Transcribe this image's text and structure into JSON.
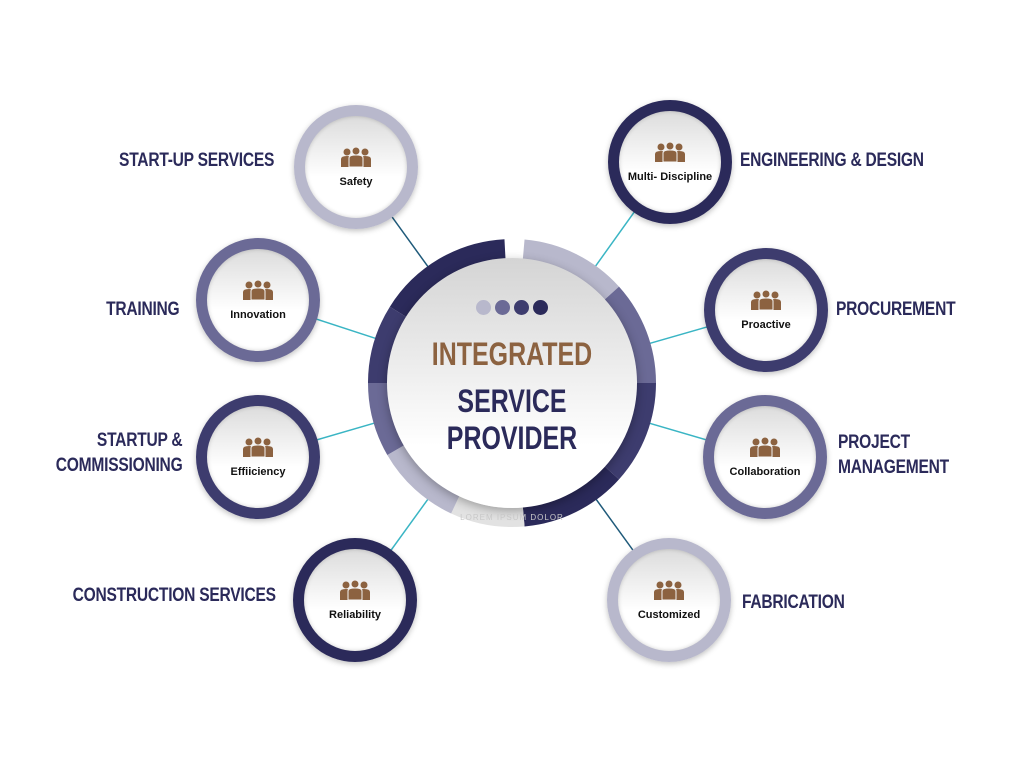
{
  "center": {
    "title_line1": "INTEGRATED",
    "title_line2": "SERVICE PROVIDER",
    "footer_text": "LOREM IPSUM DOLOR"
  },
  "colors": {
    "navy": "#2b2a5a",
    "indigo": "#3d3c6e",
    "slate": "#6b6a96",
    "lavender": "#b8b8cc",
    "brown": "#8c6240",
    "teal": "#3ab5c4"
  },
  "nodes": [
    {
      "label": "Safety",
      "service": "START-UP SERVICES",
      "icon": "people-group-icon"
    },
    {
      "label": "Innovation",
      "service": "TRAINING",
      "icon": "people-group-icon"
    },
    {
      "label": "Effiiciency",
      "service_line1": "STARTUP &",
      "service_line2": "COMMISSIONING",
      "icon": "people-group-icon"
    },
    {
      "label": "Reliability",
      "service": "CONSTRUCTION SERVICES",
      "icon": "people-group-icon"
    },
    {
      "label": "Multi- Discipline",
      "service": "ENGINEERING & DESIGN",
      "icon": "people-group-icon"
    },
    {
      "label": "Proactive",
      "service": "PROCUREMENT",
      "icon": "people-group-icon"
    },
    {
      "label": "Collaboration",
      "service_line1": "PROJECT",
      "service_line2": "MANAGEMENT",
      "icon": "people-group-icon"
    },
    {
      "label": "Customized",
      "service": "FABRICATION",
      "icon": "people-group-icon"
    }
  ]
}
